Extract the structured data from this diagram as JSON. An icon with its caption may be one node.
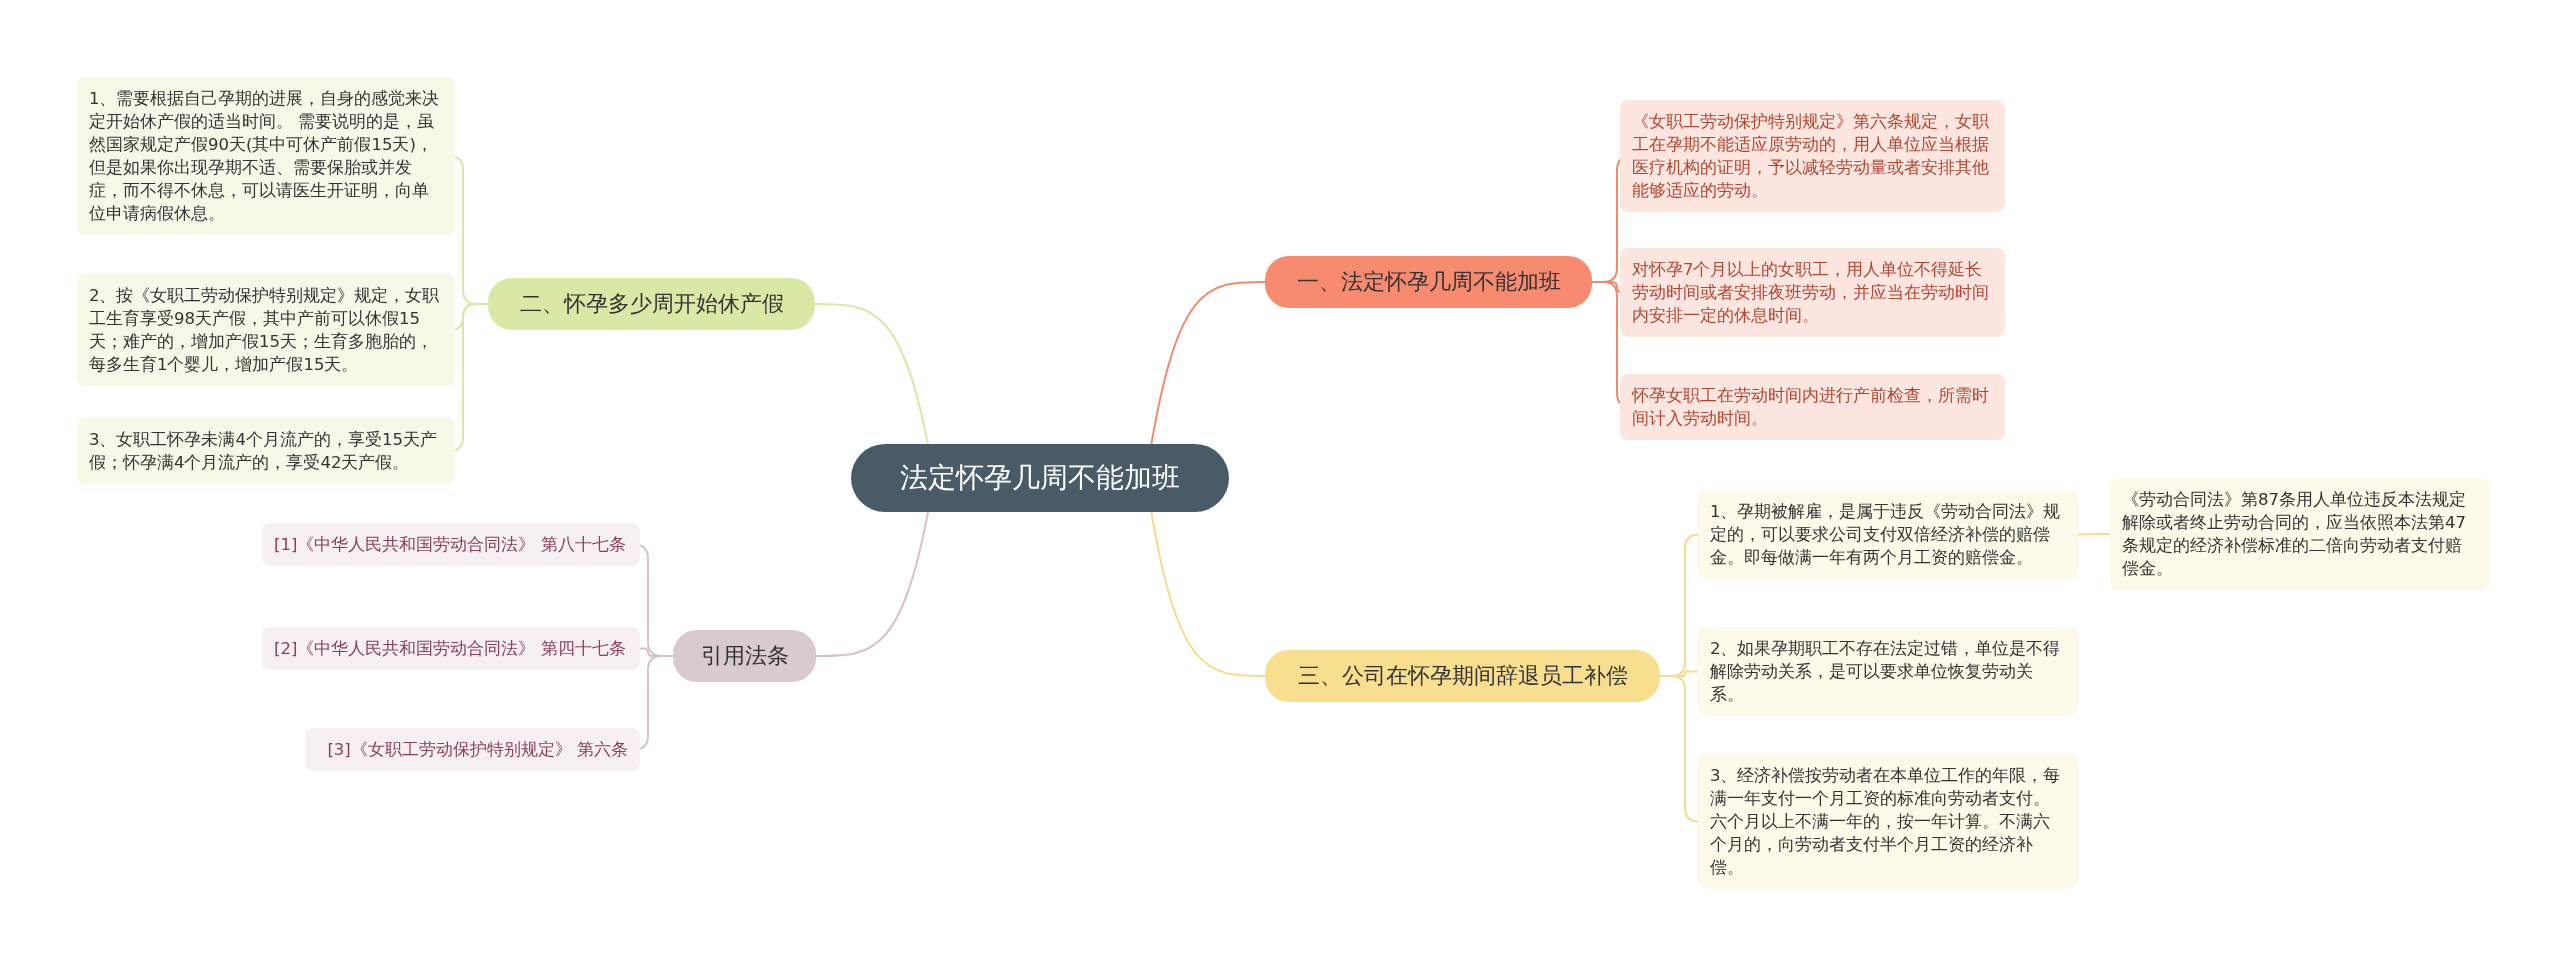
{
  "diagram": {
    "nodes": [
      {
        "text": [
          "法定怀孕几周不能加班"
        ]
      },
      {
        "text": [
          "一、法定怀孕几周不能加班"
        ]
      },
      {
        "text": [
          "《女职工劳动保护特别规定》第六条规定，女职工在孕期不能适应原劳动的，用人单位应当根据医疗机构的证明，予以减轻劳动量或者安排其他能够适应的劳动。"
        ]
      },
      {
        "text": [
          "对怀孕7个月以上的女职工，用人单位不得延长劳动时间或者安排夜班劳动，并应当在劳动时间内安排一定的休息时间。"
        ]
      },
      {
        "text": [
          "怀孕女职工在劳动时间内进行产前检查，所需时间计入劳动时间。"
        ]
      },
      {
        "text": [
          "二、怀孕多少周开始休产假"
        ]
      },
      {
        "text": [
          "1、需要根据自己孕期的进展，自身的感觉来决定开始休产假的适当时间。 需要说明的是，虽然国家规定产假90天(其中可休产前假15天)，但是如果你出现孕期不适、需要保胎或并发症，而不得不休息，可以请医生开证明，向单位申请病假休息。"
        ]
      },
      {
        "text": [
          "2、按《女职工劳动保护特别规定》规定，女职工生育享受98天产假，其中产前可以休假15天；难产的，增加产假15天；生育多胞胎的，每多生育1个婴儿，增加产假15天。"
        ]
      },
      {
        "text": [
          "3、女职工怀孕未满4个月流产的，享受15天产假；怀孕满4个月流产的，享受42天产假。"
        ]
      },
      {
        "text": [
          "三、公司在怀孕期间辞退员工补偿"
        ]
      },
      {
        "text": [
          "1、孕期被解雇，是属于违反《劳动合同法》规定的，可以要求公司支付双倍经济补偿的赔偿金。即每做满一年有两个月工资的赔偿金。"
        ]
      },
      {
        "text": [
          "《劳动合同法》第87条用人单位违反本法规定解除或者终止劳动合同的，应当依照本法第47条规定的经济补偿标准的二倍向劳动者支付赔偿金。"
        ]
      },
      {
        "text": [
          "2、如果孕期职工不存在法定过错，单位是不得解除劳动关系，是可以要求单位恢复劳动关系。"
        ]
      },
      {
        "text": [
          "3、经济补偿按劳动者在本单位工作的年限，每满一年支付一个月工资的标准向劳动者支付。六个月以上不满一年的，按一年计算。不满六个月的，向劳动者支付半个月工资的经济补偿。"
        ]
      },
      {
        "text": [
          "引用法条"
        ]
      },
      {
        "text": [
          "[1]《中华人民共和国劳动合同法》 第八十七条"
        ]
      },
      {
        "text": [
          "[2]《中华人民共和国劳动合同法》 第四十七条"
        ]
      },
      {
        "text": [
          "[3]《女职工劳动保护特别规定》 第六条"
        ]
      }
    ],
    "edges": [
      {
        "from": 0,
        "to": 1,
        "arrow": "none",
        "color": "#f08a6c"
      },
      {
        "from": 1,
        "to": 2,
        "arrow": "none",
        "color": "#f08a6c"
      },
      {
        "from": 1,
        "to": 3,
        "arrow": "none",
        "color": "#f08a6c"
      },
      {
        "from": 1,
        "to": 4,
        "arrow": "none",
        "color": "#f08a6c"
      },
      {
        "from": 0,
        "to": 5,
        "arrow": "none",
        "color": "#d9e8a4"
      },
      {
        "from": 5,
        "to": 6,
        "arrow": "none",
        "color": "#d9e8a4"
      },
      {
        "from": 5,
        "to": 7,
        "arrow": "none",
        "color": "#d9e8a4"
      },
      {
        "from": 5,
        "to": 8,
        "arrow": "none",
        "color": "#d9e8a4"
      },
      {
        "from": 0,
        "to": 9,
        "arrow": "none",
        "color": "#f5dc8c"
      },
      {
        "from": 9,
        "to": 10,
        "arrow": "none",
        "color": "#f5dc8c"
      },
      {
        "from": 10,
        "to": 11,
        "arrow": "none",
        "color": "#f5dc8c"
      },
      {
        "from": 9,
        "to": 12,
        "arrow": "none",
        "color": "#f5dc8c"
      },
      {
        "from": 9,
        "to": 13,
        "arrow": "none",
        "color": "#f5dc8c"
      },
      {
        "from": 0,
        "to": 14,
        "arrow": "none",
        "color": "#d5c2ca"
      },
      {
        "from": 14,
        "to": 15,
        "arrow": "none",
        "color": "#d5c2ca"
      },
      {
        "from": 14,
        "to": 16,
        "arrow": "none",
        "color": "#d5c2ca"
      },
      {
        "from": 14,
        "to": 17,
        "arrow": "none",
        "color": "#d5c2ca"
      }
    ]
  }
}
